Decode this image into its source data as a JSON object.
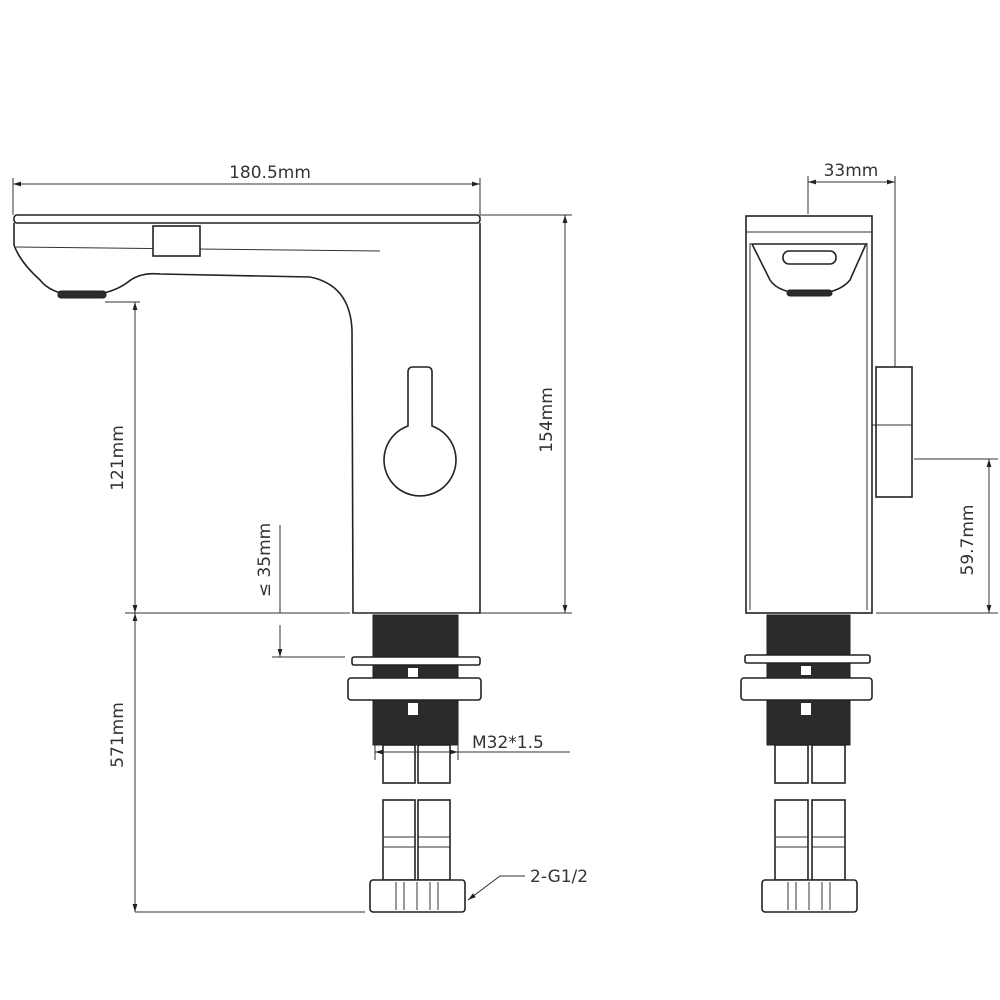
{
  "title": "Sensor faucet dimension drawing",
  "dimensions": {
    "overall_length": "180.5mm",
    "spout_height": "121mm",
    "body_height": "154mm",
    "max_deck_thickness": "≤ 35mm",
    "hose_length": "571mm",
    "thread": "M32*1.5",
    "connection": "2-G1/2",
    "body_depth": "33mm",
    "handle_height": "59.7mm"
  }
}
